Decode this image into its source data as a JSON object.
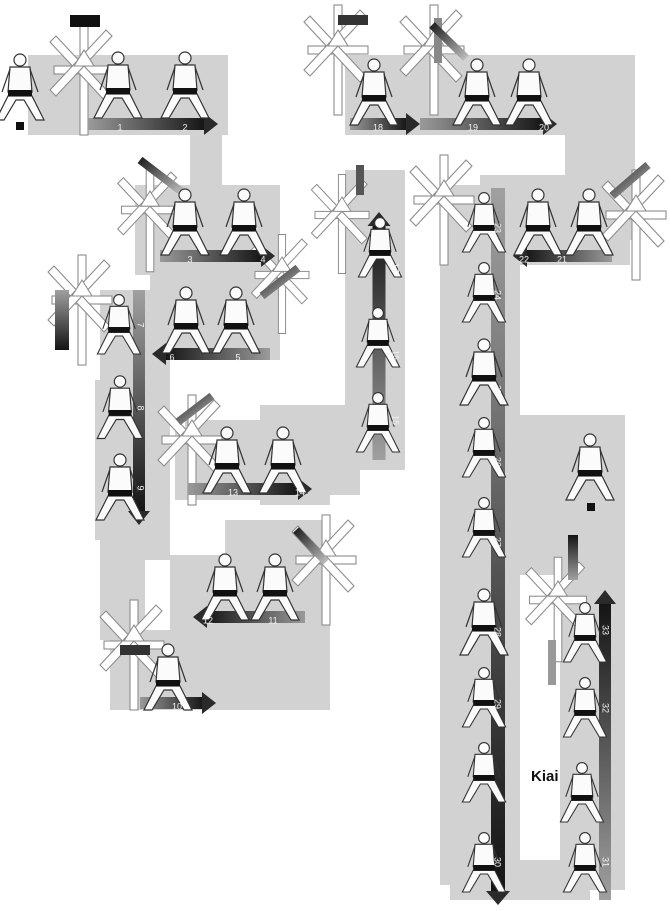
{
  "diagram": {
    "steps": [
      "1",
      "2",
      "3",
      "4",
      "5",
      "6",
      "7",
      "8",
      "9",
      "10",
      "11",
      "12",
      "13",
      "14",
      "15",
      "16",
      "17",
      "18",
      "19",
      "20",
      "21",
      "22",
      "23",
      "24",
      "25",
      "26",
      "27",
      "28",
      "29",
      "30",
      "31",
      "32",
      "33"
    ],
    "annotation": "Kiai",
    "colors": {
      "path": "#d2d2d2",
      "arrow": "#2a2a2a",
      "number": "#f2f2f2",
      "figure_outline": "#333333",
      "figure_fill": "#fbfbfb",
      "belt": "#111111",
      "compass_outline": "#8c8c8c"
    },
    "icons": [
      "compass-direction-icon",
      "karateka-figure-icon",
      "direction-arrow-icon"
    ]
  }
}
